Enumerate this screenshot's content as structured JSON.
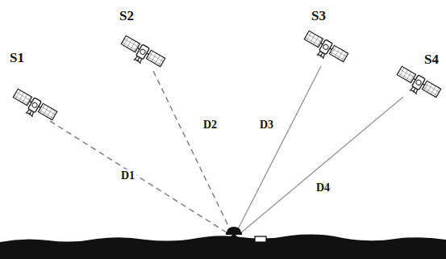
{
  "diagram": {
    "labels": [
      "S1",
      "S2",
      "S3",
      "S4",
      "D1",
      "D2",
      "D3",
      "D4"
    ]
  }
}
